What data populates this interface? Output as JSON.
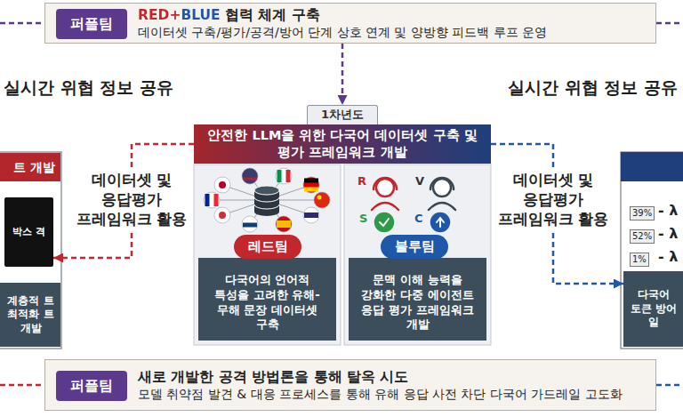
{
  "diagram": {
    "nodes": [
      {
        "text": [
          "RED+BLUE 협력 체계 구축",
          "데이터셋 구축/평가/공격/방어 단계 상호 연계 및 양방향 피드백 루프 운영"
        ]
      },
      {
        "text": [
          "퍼플팀"
        ],
        "in": 0
      },
      {
        "text": [
          "1차년도"
        ]
      },
      {
        "text": [
          "안전한 LLM을 위한 다국어 데이터셋 구축 및 평가 프레임워크 개발"
        ]
      },
      {
        "text": [
          "레드팀"
        ]
      },
      {
        "text": [
          "다국어의 언어적 특성을 고려한 유해-무해 문장 데이터셋 구축"
        ]
      },
      {
        "text": [
          "블루팀"
        ]
      },
      {
        "text": [
          "문맥 이해 능력을 강화한 다중 에이전트 응답 평가 프레임워크 개발"
        ]
      },
      {
        "text": [
          "트 개발"
        ]
      },
      {
        "text": [
          "박스 격"
        ]
      },
      {
        "text": [
          "계층적 트 최적화 트 개발"
        ]
      },
      {
        "text": [
          "다국어 토큰 방어 일"
        ]
      },
      {
        "text": [
          "새로 개발한 공격 방법론을 통해 탈옥 시도",
          "모델 취약점 발견 & 대응 프로세스를 통해 유해 응답 사전 차단 다국어 가드레일 고도화"
        ]
      },
      {
        "text": [
          "퍼플팀"
        ],
        "in": 12
      }
    ],
    "edges": [
      {
        "from": 0,
        "to": 2,
        "arrow": "to"
      },
      {
        "from": 3,
        "to": 9,
        "arrow": "to",
        "label": "데이터셋 및 응답평가 프레임워크 활용"
      },
      {
        "from": 3,
        "to": 11,
        "arrow": "to",
        "label": "데이터셋 및 응답평가 프레임워크 활용"
      }
    ],
    "labels": [
      "실시간 위협 정보 공유",
      "실시간 위협 정보 공유",
      "R",
      "V",
      "S",
      "C",
      "39%",
      "- λ",
      "52%",
      "- λ",
      "1%",
      "- λ"
    ]
  }
}
